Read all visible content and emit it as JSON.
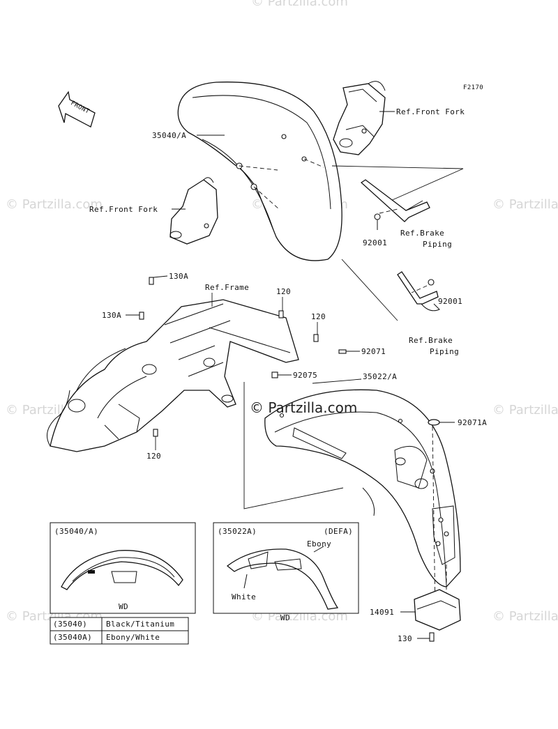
{
  "figure_code": "F2170",
  "front_label": "FRONT",
  "watermark": {
    "text": "© Partzilla.com",
    "main_text": "© Partzilla.com"
  },
  "callouts": {
    "ref_front_fork_right": "Ref.Front Fork",
    "ref_front_fork_left": "Ref.Front Fork",
    "front_fender": "35040/A",
    "bolt_92001_a": "92001",
    "ref_brake_piping_a_1": "Ref.Brake",
    "ref_brake_piping_a_2": "Piping",
    "bolt_92001_b": "92001",
    "ref_brake_piping_b_1": "Ref.Brake",
    "ref_brake_piping_b_2": "Piping",
    "bolt_130a_top": "130A",
    "bolt_130a_left": "130A",
    "ref_frame": "Ref.Frame",
    "bolt_120_a": "120",
    "bolt_120_b": "120",
    "bolt_120_c": "120",
    "part_92071": "92071",
    "part_92075": "92075",
    "rear_fender": "35022/A",
    "part_92071a": "92071A",
    "part_14091": "14091",
    "bolt_130": "130"
  },
  "inset_front": {
    "title": "(35040/A)",
    "footer": "WD"
  },
  "inset_rear": {
    "title": "(35022A)",
    "variant": "(DEFA)",
    "ebony": "Ebony",
    "white": "White",
    "footer": "WD"
  },
  "color_table": {
    "rows": [
      {
        "code": "(35040)",
        "color": "Black/Titanium"
      },
      {
        "code": "(35040A)",
        "color": "Ebony/White"
      }
    ]
  }
}
